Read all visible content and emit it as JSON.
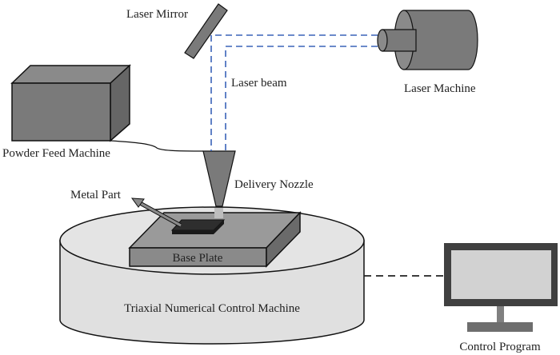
{
  "labels": {
    "laser_mirror": "Laser Mirror",
    "laser_beam": "Laser beam",
    "laser_machine": "Laser Machine",
    "powder_feed_machine": "Powder Feed Machine",
    "delivery_nozzle": "Delivery Nozzle",
    "metal_part": "Metal Part",
    "base_plate": "Base Plate",
    "cnc_machine": "Triaxial Numerical Control Machine",
    "control_program": "Control Program"
  },
  "colors": {
    "beam": "#3a63b8",
    "machine_gray": "#7a7a7a",
    "cylinder_fill": "#e0e0e0",
    "monitor_frame": "#404040",
    "monitor_screen": "#d2d2d2",
    "metal_part": "#2e2e2e"
  }
}
